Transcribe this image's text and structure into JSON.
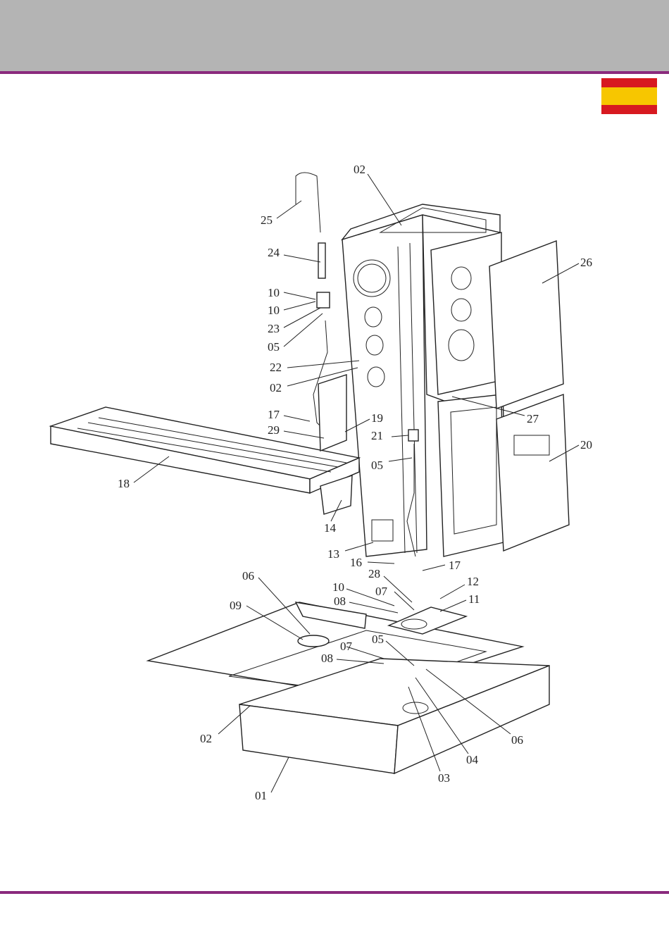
{
  "colors": {
    "header_band": "#b4b4b4",
    "accent_rule": "#8a2a7d",
    "flag_red": "#d71920",
    "flag_yellow": "#f7c600"
  },
  "flag": {
    "icon": "spain-flag-icon"
  },
  "parts": [
    {
      "num": "25"
    },
    {
      "num": "02"
    },
    {
      "num": "24"
    },
    {
      "num": "26"
    },
    {
      "num": "10"
    },
    {
      "num": "10"
    },
    {
      "num": "23"
    },
    {
      "num": "05"
    },
    {
      "num": "22"
    },
    {
      "num": "02"
    },
    {
      "num": "17"
    },
    {
      "num": "19"
    },
    {
      "num": "29"
    },
    {
      "num": "21"
    },
    {
      "num": "27"
    },
    {
      "num": "20"
    },
    {
      "num": "05"
    },
    {
      "num": "18"
    },
    {
      "num": "14"
    },
    {
      "num": "13"
    },
    {
      "num": "16"
    },
    {
      "num": "17"
    },
    {
      "num": "28"
    },
    {
      "num": "12"
    },
    {
      "num": "06"
    },
    {
      "num": "10"
    },
    {
      "num": "07"
    },
    {
      "num": "11"
    },
    {
      "num": "09"
    },
    {
      "num": "08"
    },
    {
      "num": "05"
    },
    {
      "num": "07"
    },
    {
      "num": "08"
    },
    {
      "num": "02"
    },
    {
      "num": "06"
    },
    {
      "num": "04"
    },
    {
      "num": "03"
    },
    {
      "num": "01"
    }
  ]
}
